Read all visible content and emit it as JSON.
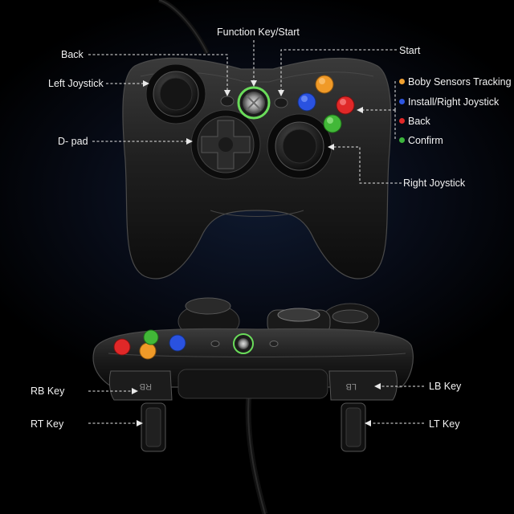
{
  "labels": {
    "function_key": "Function Key/Start",
    "start": "Start",
    "back": "Back",
    "left_joystick": "Left Joystick",
    "d_pad": "D- pad",
    "right_joystick": "Right Joystick",
    "rb_key": "RB Key",
    "rt_key": "RT Key",
    "lb_key": "LB Key",
    "lt_key": "LT Key"
  },
  "legend": [
    {
      "text": "Boby Sensors Tracking",
      "color": "#f0a030"
    },
    {
      "text": "Install/Right Joystick",
      "color": "#2d55e0"
    },
    {
      "text": "Back",
      "color": "#e02828"
    },
    {
      "text": "Confirm",
      "color": "#3cb43c"
    }
  ],
  "bumper_marks": {
    "rb": "RB",
    "lb": "LB"
  }
}
